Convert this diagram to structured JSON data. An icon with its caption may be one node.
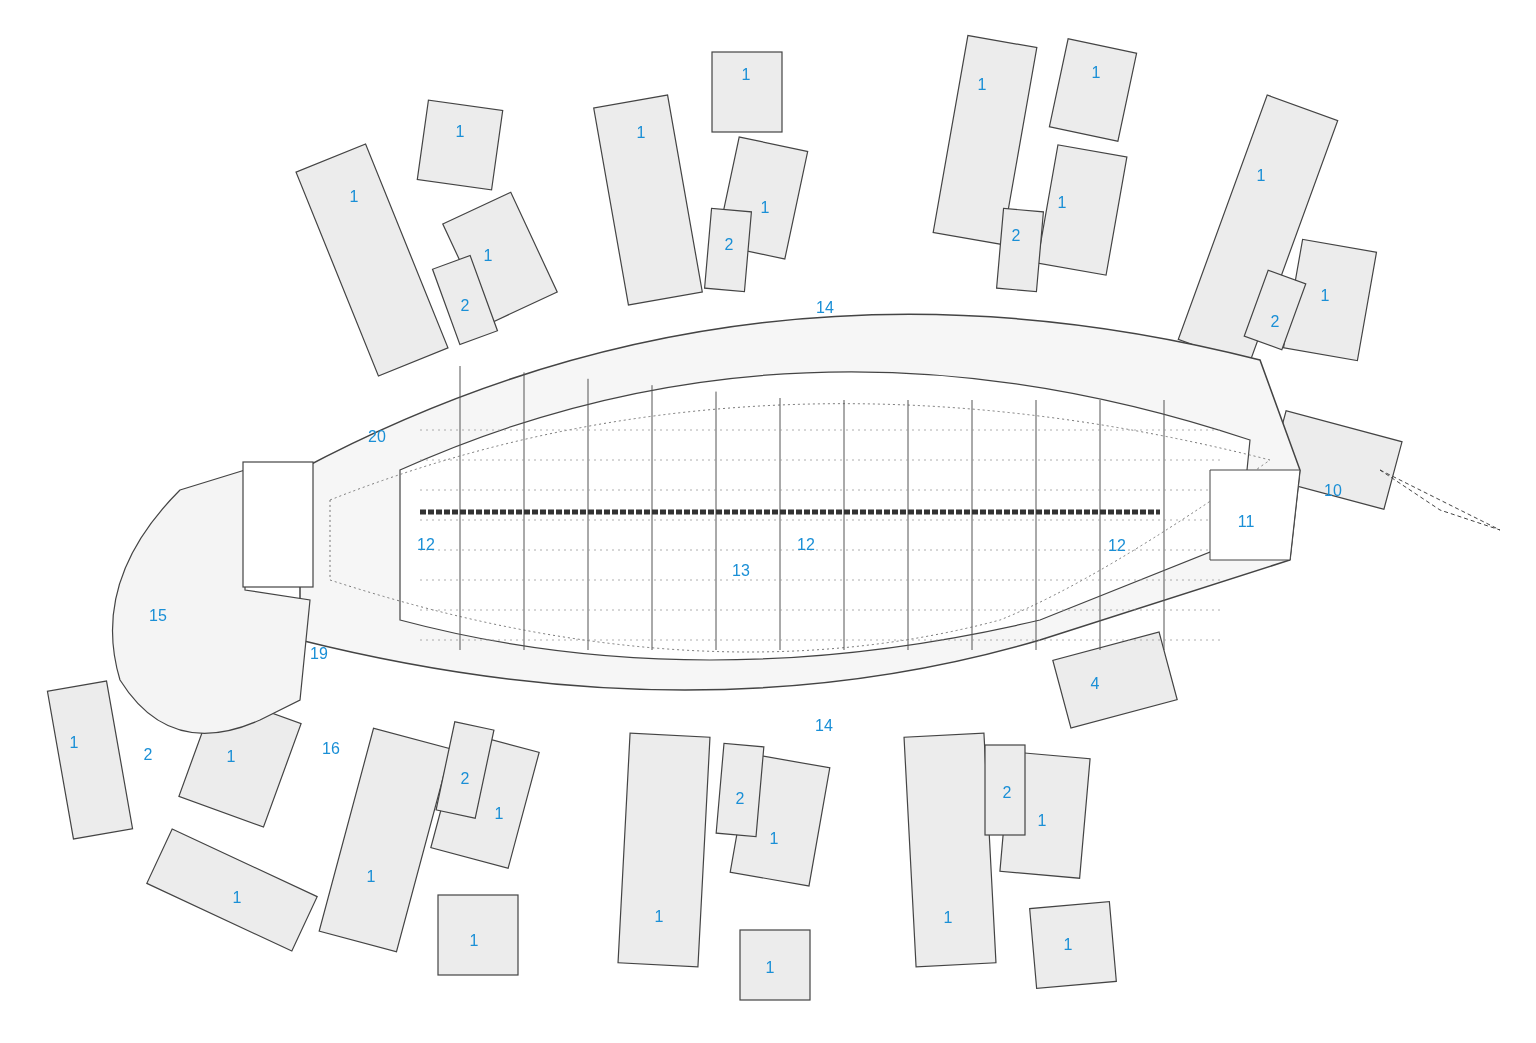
{
  "diagram": {
    "labels": [
      "1",
      "1",
      "1",
      "1",
      "1",
      "1",
      "1",
      "1",
      "1",
      "2",
      "2",
      "1",
      "1",
      "2",
      "14",
      "2",
      "20",
      "10",
      "11",
      "12",
      "12",
      "12",
      "13",
      "15",
      "19",
      "4",
      "14",
      "1",
      "16",
      "2",
      "1",
      "2",
      "2",
      "2",
      "1",
      "1",
      "1",
      "1",
      "1",
      "1",
      "1",
      "1",
      "1",
      "1"
    ]
  }
}
